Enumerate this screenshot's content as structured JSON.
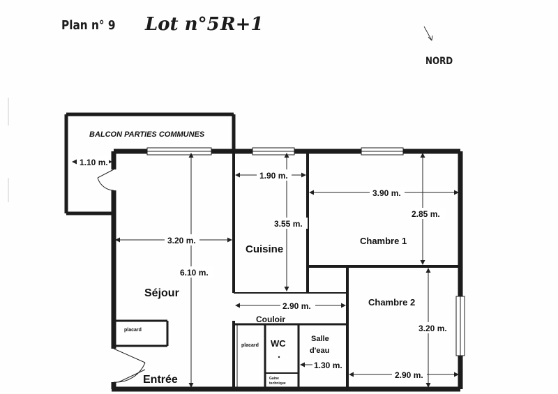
{
  "header": {
    "plan_label": "Plan n° 9",
    "lot_label": "Lot n°5",
    "level_label": "R+1",
    "north_label": "NORD"
  },
  "rooms": {
    "balcon": "BALCON PARTIES COMMUNES",
    "sejour": "Séjour",
    "cuisine": "Cuisine",
    "chambre1": "Chambre 1",
    "chambre2": "Chambre 2",
    "couloir": "Couloir",
    "wc": "WC",
    "salle_eau_line1": "Salle",
    "salle_eau_line2": "d'eau",
    "entree": "Entrée",
    "placard_sejour": "placard",
    "placard_couloir": "placard",
    "gaine_line1": "Gaine",
    "gaine_line2": "technique"
  },
  "dimensions": {
    "balcon_depth": "1.10 m.",
    "cuisine_width": "1.90 m.",
    "chambre1_width": "3.90 m.",
    "cuisine_depth": "3.55 m.",
    "chambre1_depth": "2.85 m.",
    "sejour_width": "3.20 m.",
    "sejour_depth": "6.10 m.",
    "couloir_length": "2.90 m.",
    "chambre2_depth": "3.20 m.",
    "salle_eau_width": "1.30 m.",
    "chambre2_width": "2.90 m."
  },
  "colors": {
    "wall": "#1c1c1c",
    "thin_line": "#2a2a2a",
    "text": "#111111"
  }
}
